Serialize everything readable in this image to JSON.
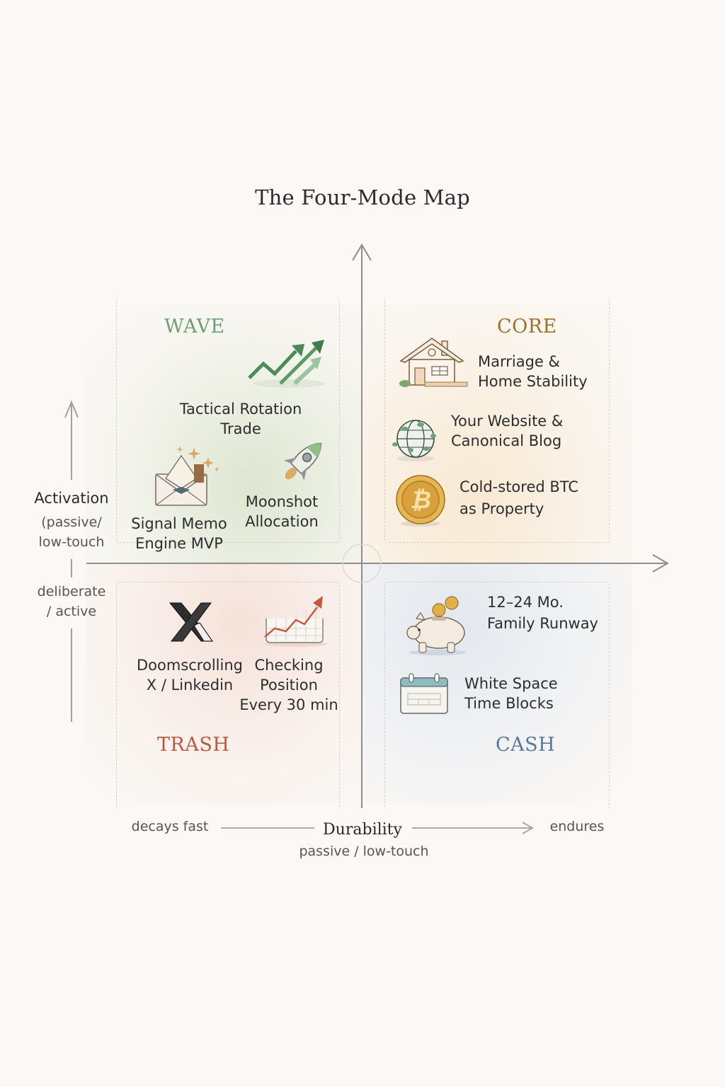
{
  "title": "The Four-Mode Map",
  "colors": {
    "wave": "#6f9e74",
    "core": "#9a7328",
    "trash": "#b85a40",
    "cash": "#5a7899",
    "axis": "#8e8e8e"
  },
  "quadrants": {
    "wave": {
      "label": "WAVE",
      "items": [
        {
          "icon": "trend-arrows-icon",
          "lines": [
            "Tactical Rotation",
            "Trade"
          ]
        },
        {
          "icon": "envelope-sparkle-icon",
          "lines": [
            "Signal Memo",
            "Engine MVP"
          ]
        },
        {
          "icon": "rocket-icon",
          "lines": [
            "Moonshot",
            "Allocation"
          ]
        }
      ]
    },
    "core": {
      "label": "CORE",
      "items": [
        {
          "icon": "house-icon",
          "lines": [
            "Marriage &",
            "Home Stability"
          ]
        },
        {
          "icon": "globe-icon",
          "lines": [
            "Your Website &",
            "Canonical Blog"
          ]
        },
        {
          "icon": "bitcoin-icon",
          "lines": [
            "Cold-stored BTC",
            "as Property"
          ]
        }
      ]
    },
    "trash": {
      "label": "TRASH",
      "items": [
        {
          "icon": "x-logo-icon",
          "lines": [
            "Doomscrolling",
            "X / Linkedin"
          ]
        },
        {
          "icon": "stock-chart-icon",
          "lines": [
            "Checking",
            "Position",
            "Every 30 min"
          ]
        }
      ]
    },
    "cash": {
      "label": "CASH",
      "items": [
        {
          "icon": "piggy-bank-icon",
          "lines": [
            "12–24 Mo.",
            "Family Runway"
          ]
        },
        {
          "icon": "calendar-icon",
          "lines": [
            "White Space",
            "Time Blocks"
          ]
        }
      ]
    }
  },
  "y_axis": {
    "title": "Activation",
    "upper_lines": [
      "(passive/",
      "low-touch"
    ],
    "lower_lines": [
      "deliberate",
      "/ active"
    ]
  },
  "x_axis": {
    "left_label": "decays fast",
    "title": "Durability",
    "subtitle": "passive / low-touch",
    "right_label": "endures"
  }
}
